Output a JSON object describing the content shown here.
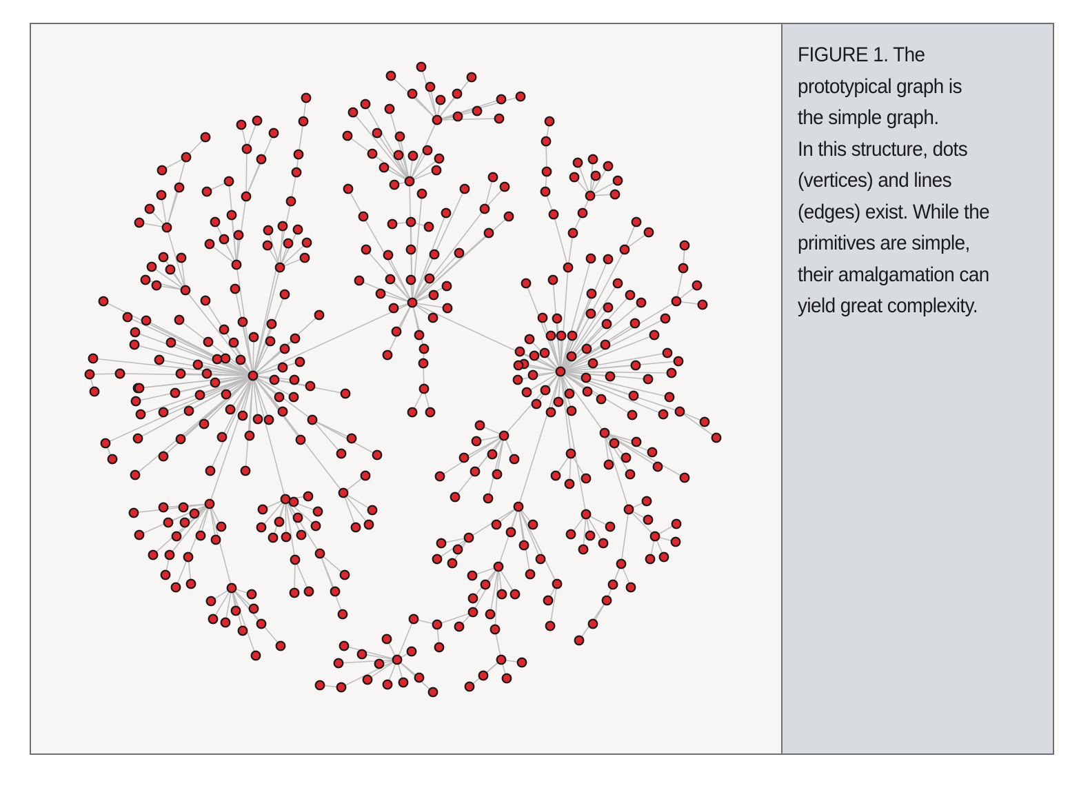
{
  "caption": {
    "lines": [
      "FIGURE 1. The",
      "prototypical graph is",
      "the simple graph.",
      "In this structure, dots",
      "(vertices) and lines",
      "(edges) exist. While the",
      "primitives are simple,",
      "their amalgamation can",
      "yield great complexity."
    ]
  },
  "colors": {
    "node_fill": "#e0262b",
    "node_stroke": "#1a1a1a",
    "edge": "#bdbdbd",
    "graph_background": "#f7f6f4",
    "caption_background": "#d8dce0"
  }
}
